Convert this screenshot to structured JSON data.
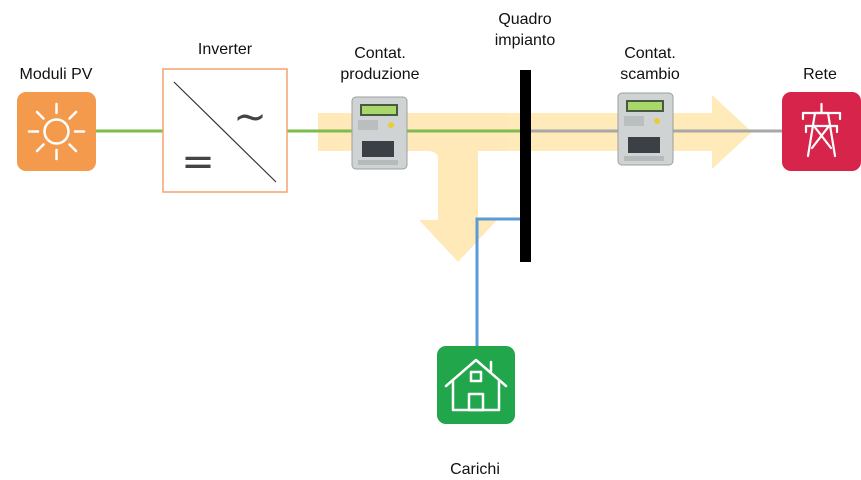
{
  "labels": {
    "pv": "Moduli PV",
    "inverter": "Inverter",
    "meter_production_1": "Contat.",
    "meter_production_2": "produzione",
    "panel_1": "Quadro",
    "panel_2": "impianto",
    "meter_exchange_1": "Contat.",
    "meter_exchange_2": "scambio",
    "grid": "Rete",
    "loads": "Carichi"
  },
  "inverter_symbols": {
    "dc": "=",
    "ac": "~"
  },
  "colors": {
    "pv_icon": "#f39a4c",
    "grid_icon": "#d6244a",
    "home_icon": "#21a64b",
    "flow_arrow": "#ffe6ad",
    "line_green": "#7dbb4b",
    "line_grey": "#a8a8a8",
    "line_blue": "#5b9bd5",
    "inverter_border": "#f2a271",
    "busbar": "#000000"
  }
}
